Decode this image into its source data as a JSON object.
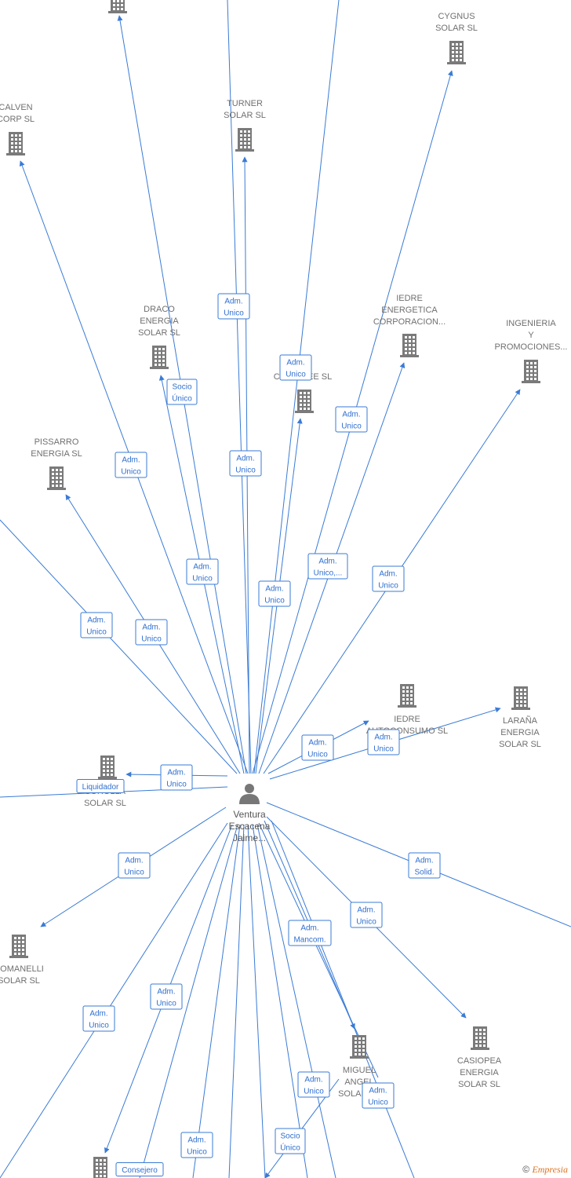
{
  "colors": {
    "edge": "#3a7bd5",
    "icon": "#7a7a7a",
    "label": "#707070"
  },
  "person": {
    "lines": [
      "Ventura",
      "Escacena",
      "Jaime..."
    ],
    "icon": "person-icon"
  },
  "companies": [
    {
      "id": "top-left",
      "lines": []
    },
    {
      "id": "calven",
      "lines": [
        "CALVEN",
        "CORP SL"
      ]
    },
    {
      "id": "turner",
      "lines": [
        "TURNER",
        "SOLAR SL"
      ]
    },
    {
      "id": "cygnus",
      "lines": [
        "CYGNUS",
        "SOLAR SL"
      ]
    },
    {
      "id": "draco",
      "lines": [
        "DRACO",
        "ENERGIA",
        "SOLAR SL"
      ]
    },
    {
      "id": "calveree",
      "lines": [
        "CALVEREE SL"
      ]
    },
    {
      "id": "iedre-corp",
      "lines": [
        "IEDRE",
        "ENERGETICA",
        "CORPORACION..."
      ]
    },
    {
      "id": "ingenieria",
      "lines": [
        "INGENIERIA",
        "Y",
        "PROMOCIONES..."
      ]
    },
    {
      "id": "pissarro",
      "lines": [
        "PISSARRO",
        "ENERGIA SL"
      ]
    },
    {
      "id": "iedre-auto",
      "lines": [
        "IEDRE",
        "AUTOCONSUMO SL"
      ]
    },
    {
      "id": "larana",
      "lines": [
        "LARAÑA",
        "ENERGIA",
        "SOLAR SL"
      ]
    },
    {
      "id": "sorolla",
      "lines": [
        "SOROLLA",
        "SOLAR SL"
      ]
    },
    {
      "id": "romanelli",
      "lines": [
        "ROMANELLI",
        "SOLAR SL"
      ]
    },
    {
      "id": "casiopea",
      "lines": [
        "CASIOPEA",
        "ENERGIA",
        "SOLAR SL"
      ]
    },
    {
      "id": "miguel-angel",
      "lines": [
        "MIGUEL",
        "ANGEL",
        "SOLAR SL"
      ]
    },
    {
      "id": "bottom-left",
      "lines": []
    }
  ],
  "roles": [
    {
      "id": "turner-role",
      "lines": [
        "Adm.",
        "Unico"
      ]
    },
    {
      "id": "calveree-role-1",
      "lines": [
        "Adm.",
        "Unico"
      ]
    },
    {
      "id": "draco-role",
      "lines": [
        "Socio",
        "Único"
      ]
    },
    {
      "id": "cygnus-role",
      "lines": [
        "Adm.",
        "Unico"
      ]
    },
    {
      "id": "calven-role",
      "lines": [
        "Adm.",
        "Unico"
      ]
    },
    {
      "id": "toptree-role",
      "lines": [
        "Adm.",
        "Unico"
      ]
    },
    {
      "id": "iedre-corp-role",
      "lines": [
        "Adm.",
        "Unico,..."
      ]
    },
    {
      "id": "topleft-role",
      "lines": [
        "Adm.",
        "Unico"
      ]
    },
    {
      "id": "calveree-role-2",
      "lines": [
        "Adm.",
        "Unico"
      ]
    },
    {
      "id": "ingenieria-role",
      "lines": [
        "Adm.",
        "Unico"
      ]
    },
    {
      "id": "left-offscreen-role",
      "lines": [
        "Adm.",
        "Unico"
      ]
    },
    {
      "id": "pissarro-role",
      "lines": [
        "Adm.",
        "Unico"
      ]
    },
    {
      "id": "iedre-auto-role",
      "lines": [
        "Adm.",
        "Unico"
      ]
    },
    {
      "id": "larana-role",
      "lines": [
        "Adm.",
        "Unico"
      ]
    },
    {
      "id": "sorolla-role",
      "lines": [
        "Adm.",
        "Unico"
      ]
    },
    {
      "id": "sorolla-liq-role",
      "lines": [
        "Liquidador"
      ]
    },
    {
      "id": "romanelli-role",
      "lines": [
        "Adm.",
        "Unico"
      ]
    },
    {
      "id": "right-offscreen-role",
      "lines": [
        "Adm.",
        "Solid."
      ]
    },
    {
      "id": "casiopea-role",
      "lines": [
        "Adm.",
        "Unico"
      ]
    },
    {
      "id": "miguel-role-1",
      "lines": [
        "Adm.",
        "Mancom."
      ]
    },
    {
      "id": "bottom-left-role-1",
      "lines": [
        "Adm.",
        "Unico"
      ]
    },
    {
      "id": "bottom-left-role-2",
      "lines": [
        "Adm.",
        "Unico"
      ]
    },
    {
      "id": "miguel-role-2",
      "lines": [
        "Adm.",
        "Unico"
      ]
    },
    {
      "id": "miguel-role-3",
      "lines": [
        "Adm.",
        "Unico"
      ]
    },
    {
      "id": "bottom-role",
      "lines": [
        "Adm.",
        "Unico"
      ]
    },
    {
      "id": "bottom-socio-role",
      "lines": [
        "Socio",
        "Único"
      ]
    },
    {
      "id": "consejero-role",
      "lines": [
        "Consejero"
      ]
    }
  ],
  "credit": {
    "symbol": "©",
    "brand": "Empresia"
  }
}
